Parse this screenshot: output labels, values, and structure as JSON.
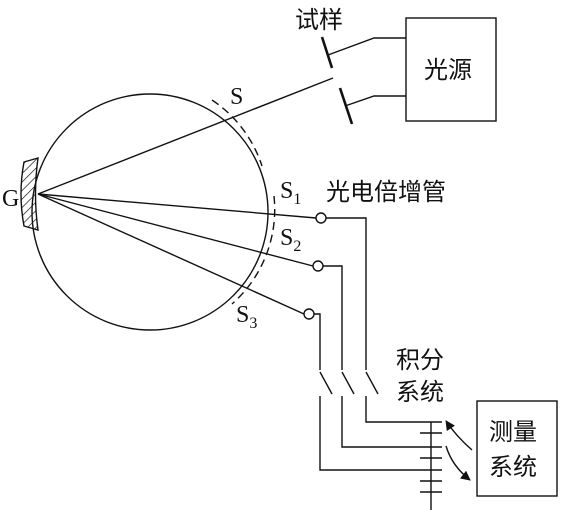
{
  "labels": {
    "sample": "试样",
    "light_source": "光源",
    "slit_entrance": "S",
    "slit_1_main": "S",
    "slit_1_sub": "1",
    "slit_2_main": "S",
    "slit_2_sub": "2",
    "slit_3_main": "S",
    "slit_3_sub": "3",
    "photomultiplier": "光电倍增管",
    "grating": "G",
    "integration_line1": "积分",
    "integration_line2": "系统",
    "measurement_line1": "测量",
    "measurement_line2": "系统"
  }
}
